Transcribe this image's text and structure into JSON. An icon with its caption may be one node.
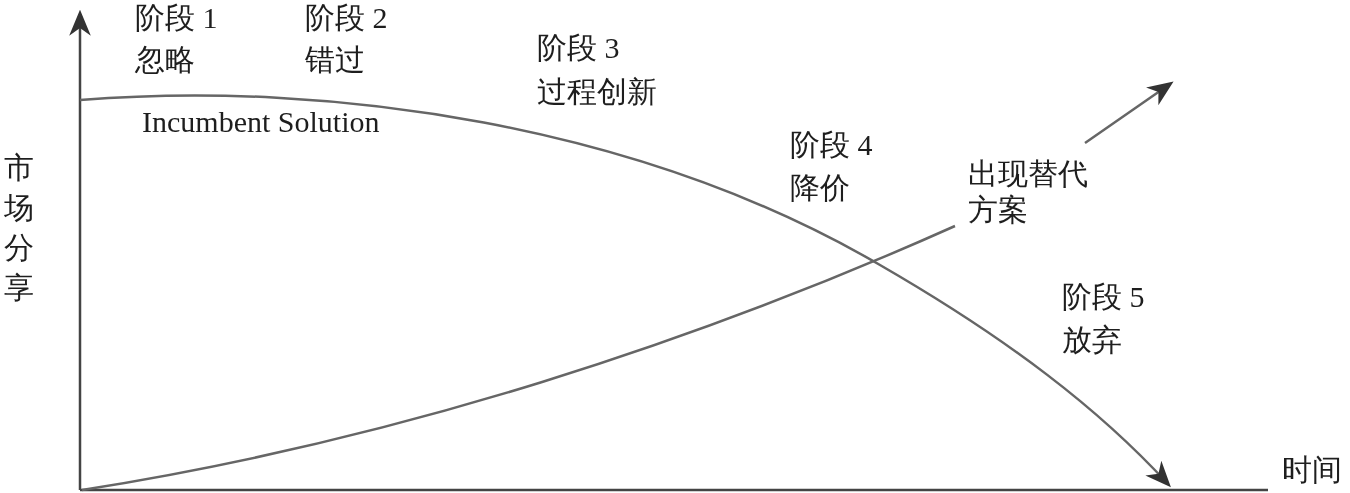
{
  "diagram": {
    "labels": [
      "阶段 1",
      "忽略",
      "阶段 2",
      "错过",
      "阶段 3",
      "过程创新",
      "Incumbent Solution",
      "市场分享",
      "阶段 4",
      "降价",
      "出现替代方案",
      "阶段 5",
      "放弃",
      "时间"
    ]
  }
}
